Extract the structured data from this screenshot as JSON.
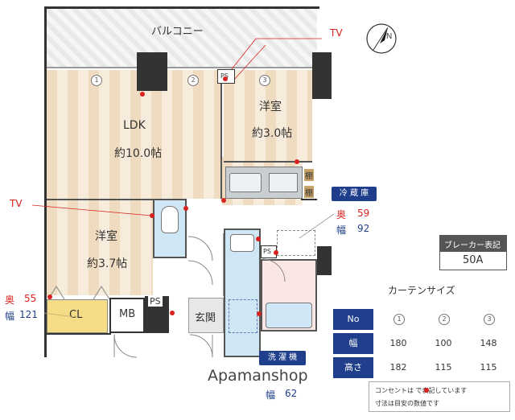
{
  "floorplan": {
    "balcony": "バルコニー",
    "ldk_name": "LDK",
    "ldk_size": "約10.0帖",
    "western1_name": "洋室",
    "western1_size": "約3.0帖",
    "western2_name": "洋室",
    "western2_size": "約3.7帖",
    "tv_label_top": "TV",
    "tv_label_left": "TV",
    "ps1": "PS",
    "ps2": "PS",
    "ps3": "PS",
    "cl": "CL",
    "mb": "MB",
    "entrance": "玄関",
    "shelf1": "棚",
    "shelf2": "棚",
    "window_nums": [
      "1",
      "2",
      "3"
    ]
  },
  "fridge": {
    "label": "冷 蔵 庫",
    "depth_label": "奥",
    "depth_value": "59",
    "width_label": "幅",
    "width_value": "92"
  },
  "closet": {
    "depth_label": "奥",
    "depth_value": "55",
    "width_label": "幅",
    "width_value": "121"
  },
  "washer": {
    "label": "洗 濯 機",
    "width_label": "幅",
    "width_value": "62"
  },
  "breaker": {
    "label": "ブレーカー表記",
    "value": "50A"
  },
  "curtain": {
    "title": "カーテンサイズ",
    "row_headers": [
      "No",
      "幅",
      "高さ"
    ],
    "columns": [
      {
        "no": "1",
        "width": "180",
        "height": "182"
      },
      {
        "no": "2",
        "width": "100",
        "height": "115"
      },
      {
        "no": "3",
        "width": "148",
        "height": "115"
      }
    ]
  },
  "notes": {
    "line1": "コンセントは   で表記しています",
    "line2": "寸法は目安の数値です"
  },
  "watermark": "Apamanshop",
  "colors": {
    "accent": "#1f3f8c",
    "marker": "#d9211e",
    "floor": "#efdcc0",
    "wet": "#cfe6f4"
  }
}
